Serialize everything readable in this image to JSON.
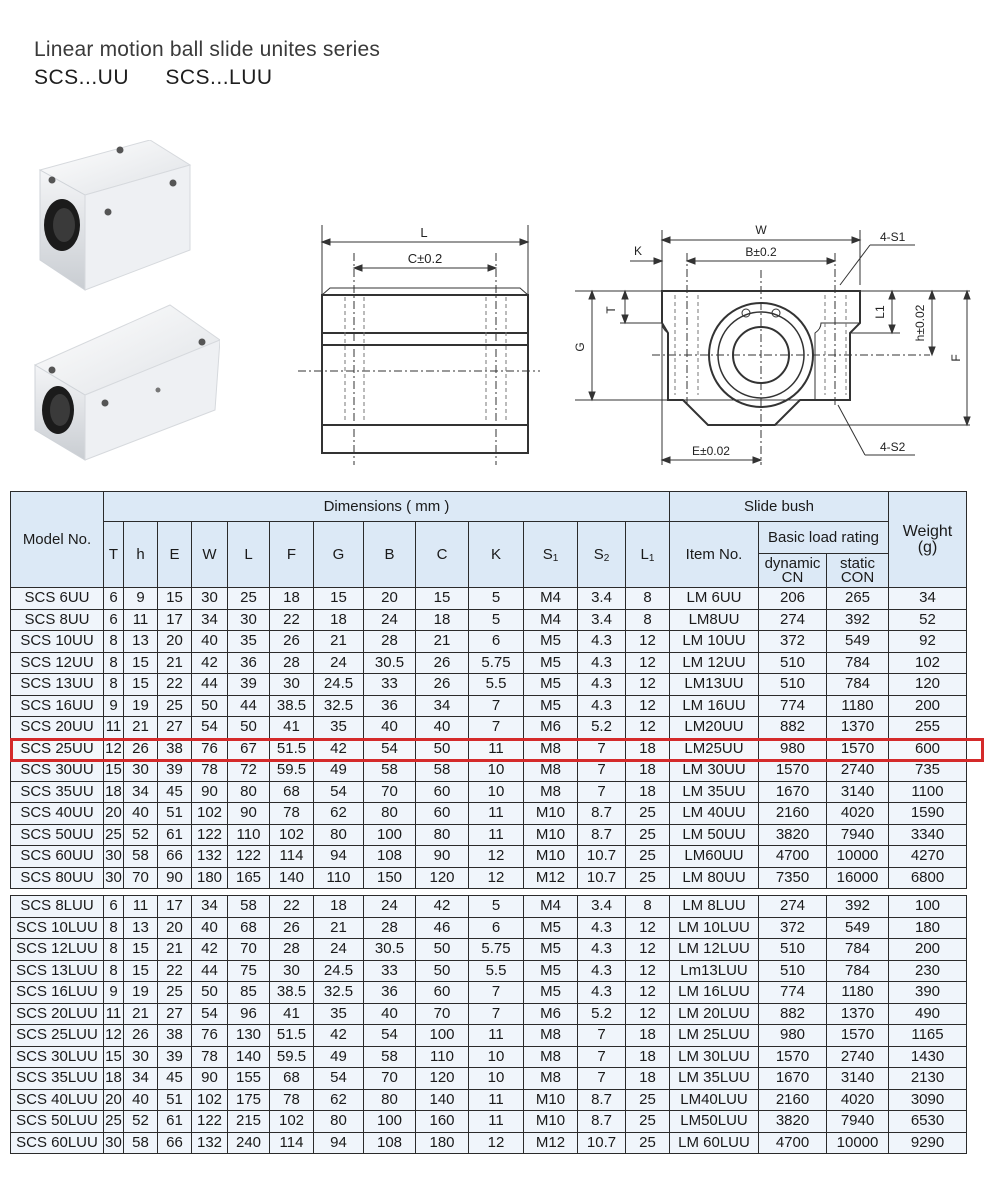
{
  "header": {
    "title": "Linear motion ball  slide unites series",
    "series": [
      "SCS...UU",
      "SCS...LUU"
    ]
  },
  "product_photos": [
    {
      "name": "scs-uu-short-block",
      "description": "SCS...UU aluminium slide unit"
    },
    {
      "name": "scs-luu-long-block",
      "description": "SCS...LUU aluminium slide unit"
    }
  ],
  "drawing_side": {
    "labels": {
      "L": "L",
      "C": "C±0.2"
    }
  },
  "drawing_front": {
    "labels": {
      "W": "W",
      "K": "K",
      "B": "B±0.2",
      "S1": "4-S1",
      "T": "T",
      "G": "G",
      "L1": "L1",
      "h": "h±0.02",
      "F": "F",
      "E": "E±0.02",
      "S2": "4-S2"
    }
  },
  "table": {
    "headers": {
      "model": "Model No.",
      "dimensions": "Dimensions ( mm )",
      "slide_bush": "Slide bush",
      "item_no": "Item No.",
      "basic_load": "Basic load rating",
      "dynamic": "dynamic",
      "dynamic_unit": "CN",
      "static": "static",
      "static_unit": "CON",
      "weight": "Weight",
      "weight_unit": "(g)",
      "cols": [
        "T",
        "h",
        "E",
        "W",
        "L",
        "F",
        "G",
        "B",
        "C",
        "K"
      ],
      "s1": "S",
      "s1_sub": "1",
      "s2": "S",
      "s2_sub": "2",
      "l1": "L",
      "l1_sub": "1"
    },
    "highlight_color": "#d42a2a",
    "highlighted_model": "SCS 25UU",
    "uu_rows": [
      [
        "SCS 6UU",
        "6",
        "9",
        "15",
        "30",
        "25",
        "18",
        "15",
        "20",
        "15",
        "5",
        "M4",
        "3.4",
        "8",
        "LM 6UU",
        "206",
        "265",
        "34"
      ],
      [
        "SCS 8UU",
        "6",
        "11",
        "17",
        "34",
        "30",
        "22",
        "18",
        "24",
        "18",
        "5",
        "M4",
        "3.4",
        "8",
        "LM8UU",
        "274",
        "392",
        "52"
      ],
      [
        "SCS 10UU",
        "8",
        "13",
        "20",
        "40",
        "35",
        "26",
        "21",
        "28",
        "21",
        "6",
        "M5",
        "4.3",
        "12",
        "LM 10UU",
        "372",
        "549",
        "92"
      ],
      [
        "SCS 12UU",
        "8",
        "15",
        "21",
        "42",
        "36",
        "28",
        "24",
        "30.5",
        "26",
        "5.75",
        "M5",
        "4.3",
        "12",
        "LM 12UU",
        "510",
        "784",
        "102"
      ],
      [
        "SCS 13UU",
        "8",
        "15",
        "22",
        "44",
        "39",
        "30",
        "24.5",
        "33",
        "26",
        "5.5",
        "M5",
        "4.3",
        "12",
        "LM13UU",
        "510",
        "784",
        "120"
      ],
      [
        "SCS 16UU",
        "9",
        "19",
        "25",
        "50",
        "44",
        "38.5",
        "32.5",
        "36",
        "34",
        "7",
        "M5",
        "4.3",
        "12",
        "LM 16UU",
        "774",
        "1180",
        "200"
      ],
      [
        "SCS 20UU",
        "11",
        "21",
        "27",
        "54",
        "50",
        "41",
        "35",
        "40",
        "40",
        "7",
        "M6",
        "5.2",
        "12",
        "LM20UU",
        "882",
        "1370",
        "255"
      ],
      [
        "SCS 25UU",
        "12",
        "26",
        "38",
        "76",
        "67",
        "51.5",
        "42",
        "54",
        "50",
        "11",
        "M8",
        "7",
        "18",
        "LM25UU",
        "980",
        "1570",
        "600"
      ],
      [
        "SCS 30UU",
        "15",
        "30",
        "39",
        "78",
        "72",
        "59.5",
        "49",
        "58",
        "58",
        "10",
        "M8",
        "7",
        "18",
        "LM 30UU",
        "1570",
        "2740",
        "735"
      ],
      [
        "SCS 35UU",
        "18",
        "34",
        "45",
        "90",
        "80",
        "68",
        "54",
        "70",
        "60",
        "10",
        "M8",
        "7",
        "18",
        "LM 35UU",
        "1670",
        "3140",
        "1100"
      ],
      [
        "SCS 40UU",
        "20",
        "40",
        "51",
        "102",
        "90",
        "78",
        "62",
        "80",
        "60",
        "11",
        "M10",
        "8.7",
        "25",
        "LM 40UU",
        "2160",
        "4020",
        "1590"
      ],
      [
        "SCS 50UU",
        "25",
        "52",
        "61",
        "122",
        "110",
        "102",
        "80",
        "100",
        "80",
        "11",
        "M10",
        "8.7",
        "25",
        "LM 50UU",
        "3820",
        "7940",
        "3340"
      ],
      [
        "SCS 60UU",
        "30",
        "58",
        "66",
        "132",
        "122",
        "114",
        "94",
        "108",
        "90",
        "12",
        "M10",
        "10.7",
        "25",
        "LM60UU",
        "4700",
        "10000",
        "4270"
      ],
      [
        "SCS 80UU",
        "30",
        "70",
        "90",
        "180",
        "165",
        "140",
        "110",
        "150",
        "120",
        "12",
        "M12",
        "10.7",
        "25",
        "LM 80UU",
        "7350",
        "16000",
        "6800"
      ]
    ],
    "luu_rows": [
      [
        "SCS 8LUU",
        "6",
        "11",
        "17",
        "34",
        "58",
        "22",
        "18",
        "24",
        "42",
        "5",
        "M4",
        "3.4",
        "8",
        "LM 8LUU",
        "274",
        "392",
        "100"
      ],
      [
        "SCS 10LUU",
        "8",
        "13",
        "20",
        "40",
        "68",
        "26",
        "21",
        "28",
        "46",
        "6",
        "M5",
        "4.3",
        "12",
        "LM 10LUU",
        "372",
        "549",
        "180"
      ],
      [
        "SCS 12LUU",
        "8",
        "15",
        "21",
        "42",
        "70",
        "28",
        "24",
        "30.5",
        "50",
        "5.75",
        "M5",
        "4.3",
        "12",
        "LM 12LUU",
        "510",
        "784",
        "200"
      ],
      [
        "SCS 13LUU",
        "8",
        "15",
        "22",
        "44",
        "75",
        "30",
        "24.5",
        "33",
        "50",
        "5.5",
        "M5",
        "4.3",
        "12",
        "Lm13LUU",
        "510",
        "784",
        "230"
      ],
      [
        "SCS 16LUU",
        "9",
        "19",
        "25",
        "50",
        "85",
        "38.5",
        "32.5",
        "36",
        "60",
        "7",
        "M5",
        "4.3",
        "12",
        "LM 16LUU",
        "774",
        "1180",
        "390"
      ],
      [
        "SCS 20LUU",
        "11",
        "21",
        "27",
        "54",
        "96",
        "41",
        "35",
        "40",
        "70",
        "7",
        "M6",
        "5.2",
        "12",
        "LM 20LUU",
        "882",
        "1370",
        "490"
      ],
      [
        "SCS 25LUU",
        "12",
        "26",
        "38",
        "76",
        "130",
        "51.5",
        "42",
        "54",
        "100",
        "11",
        "M8",
        "7",
        "18",
        "LM 25LUU",
        "980",
        "1570",
        "1165"
      ],
      [
        "SCS 30LUU",
        "15",
        "30",
        "39",
        "78",
        "140",
        "59.5",
        "49",
        "58",
        "110",
        "10",
        "M8",
        "7",
        "18",
        "LM 30LUU",
        "1570",
        "2740",
        "1430"
      ],
      [
        "SCS 35LUU",
        "18",
        "34",
        "45",
        "90",
        "155",
        "68",
        "54",
        "70",
        "120",
        "10",
        "M8",
        "7",
        "18",
        "LM 35LUU",
        "1670",
        "3140",
        "2130"
      ],
      [
        "SCS 40LUU",
        "20",
        "40",
        "51",
        "102",
        "175",
        "78",
        "62",
        "80",
        "140",
        "11",
        "M10",
        "8.7",
        "25",
        "LM40LUU",
        "2160",
        "4020",
        "3090"
      ],
      [
        "SCS 50LUU",
        "25",
        "52",
        "61",
        "122",
        "215",
        "102",
        "80",
        "100",
        "160",
        "11",
        "M10",
        "8.7",
        "25",
        "LM50LUU",
        "3820",
        "7940",
        "6530"
      ],
      [
        "SCS 60LUU",
        "30",
        "58",
        "66",
        "132",
        "240",
        "114",
        "94",
        "108",
        "180",
        "12",
        "M12",
        "10.7",
        "25",
        "LM 60LUU",
        "4700",
        "10000",
        "9290"
      ]
    ]
  }
}
